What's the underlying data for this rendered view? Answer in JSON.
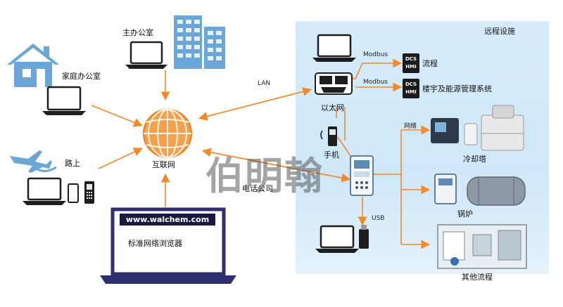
{
  "labels": {
    "main_office": "主办公室",
    "home_office": "家庭办公室",
    "on_the_road": "路上",
    "internet": "互联网",
    "browser": "标准网络浏览器",
    "url": "www.walchem.com",
    "remote_facility": "远程设施",
    "lan": "LAN",
    "ethernet": "以太网",
    "modbus_1": "Modbus",
    "modbus_2": "Modbus",
    "process": "流程",
    "building": "楼宇及能源管理系统",
    "phone": "手机",
    "phone_company": "电话公司",
    "network": "网络",
    "cooling_tower": "冷却塔",
    "boiler": "锅炉",
    "other_process": "其他流程",
    "usb": "USB",
    "dcs_top": "DCS",
    "dcs_bottom": "HMI",
    "watermark": "伯明翰"
  },
  "colors": {
    "arrow": "#f08a2a",
    "icon_blue": "#6aa6d8",
    "panel": "#d6ecfb",
    "laptop_dark": "#1e1e1e",
    "browser_frame": "#2e2e6e"
  }
}
